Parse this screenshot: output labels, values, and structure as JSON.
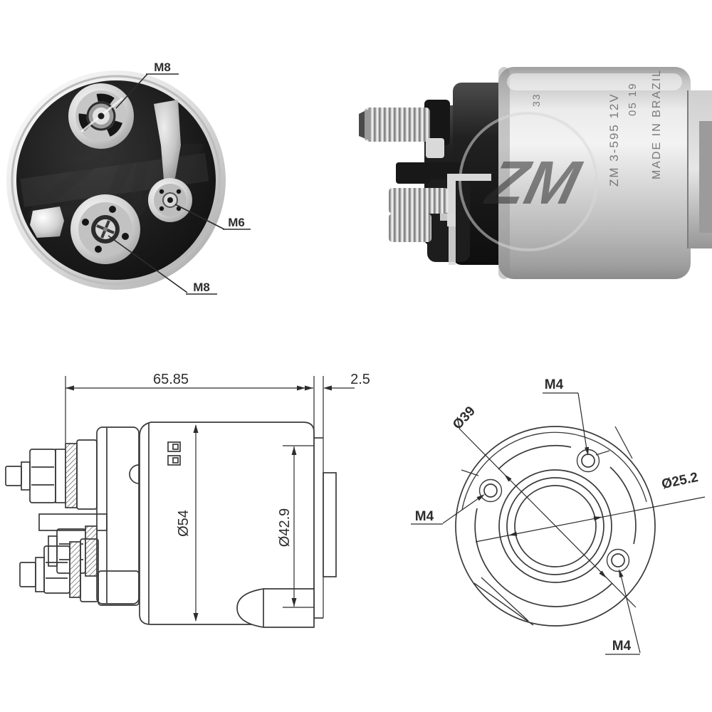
{
  "page": {
    "background": "#ffffff"
  },
  "colors": {
    "drawing_line": "#3a3a3a",
    "label_text": "#2d2d2d",
    "metal_light": "#e9e9e9",
    "metal_dark": "#8f8f8f",
    "cap_black": "#1d1d1d"
  },
  "product": {
    "brand_watermark": "ZM",
    "body_stamp_line1": "ZM 3-595 12V",
    "body_stamp_line2": "05 19",
    "body_stamp_line3": "MADE IN BRAZIL",
    "body_stamp_code": "33"
  },
  "end_view": {
    "label_terminal_top": "M8",
    "label_terminal_right": "M6",
    "label_terminal_bottom": "M8"
  },
  "side_drawing": {
    "dim_overall_length": "65.85",
    "dim_flange_thickness": "2.5",
    "dim_body_diameter": "Ø54",
    "dim_flange_diameter": "Ø42.9"
  },
  "flange_drawing": {
    "label_hole_top": "M4",
    "label_hole_left": "M4",
    "label_hole_bottom": "M4",
    "dim_bolt_circle": "Ø39",
    "dim_center_bore": "Ø25.2"
  }
}
